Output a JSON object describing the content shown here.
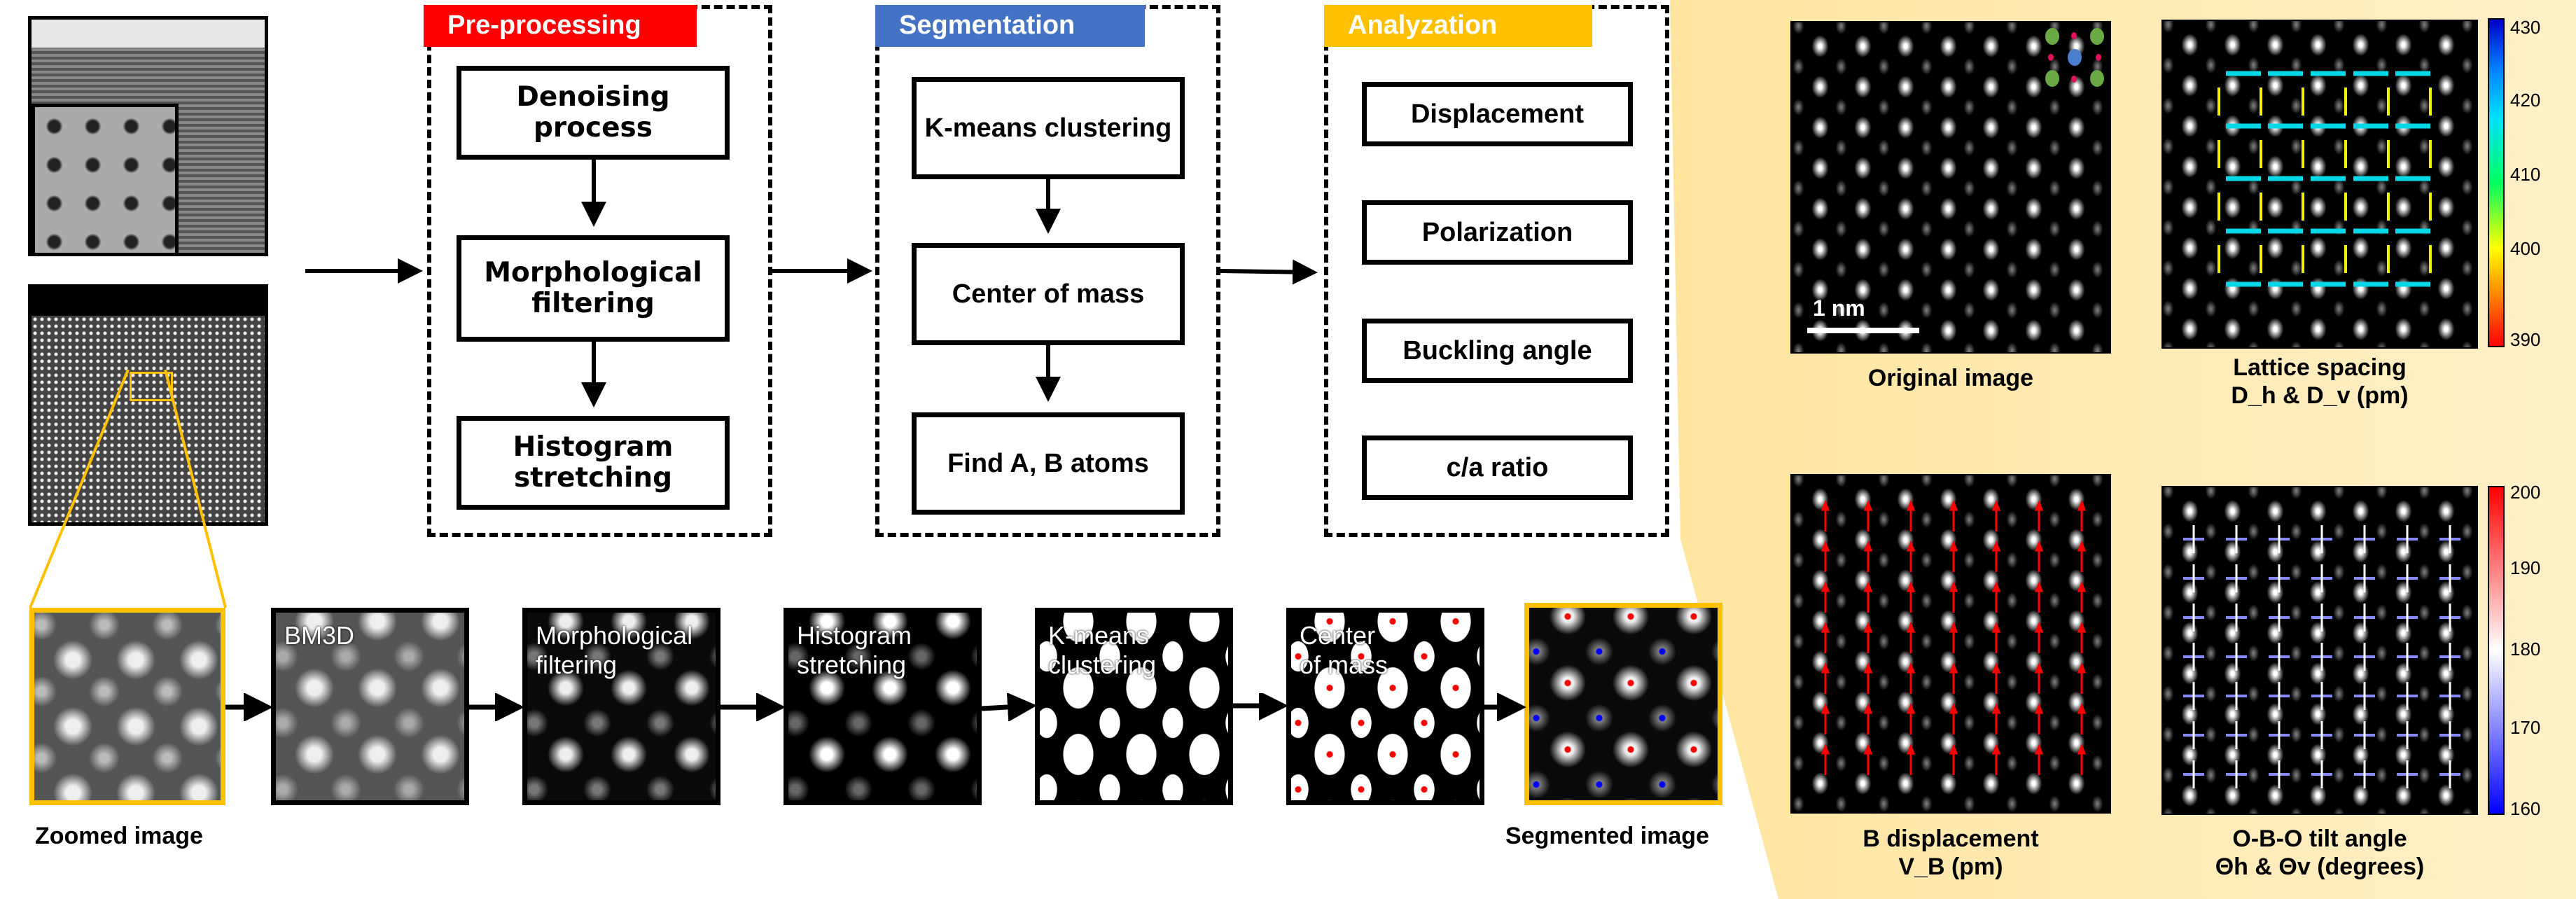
{
  "stages": [
    {
      "label": "Pre-processing",
      "color": "#ff0000",
      "steps": [
        "Denoising process",
        "Morphological filtering",
        "Histogram stretching"
      ]
    },
    {
      "label": "Segmentation",
      "color": "#4472c4",
      "steps": [
        "K-means clustering",
        "Center of mass",
        "Find A, B atoms"
      ]
    },
    {
      "label": "Analyzation",
      "color": "#ffc000",
      "steps": [
        "Displacement",
        "Polarization",
        "Buckling angle",
        "c/a ratio"
      ]
    }
  ],
  "pipeline": {
    "images": [
      {
        "label": "",
        "caption": "Zoomed image"
      },
      {
        "label": "BM3D"
      },
      {
        "label": "Morphological filtering"
      },
      {
        "label": "Histogram stretching"
      },
      {
        "label": "K-means clustering"
      },
      {
        "label": "Center of mass"
      },
      {
        "label": "",
        "caption": "Segmented image"
      }
    ],
    "zoom_color": "#ffc000"
  },
  "results": {
    "original": {
      "caption": "Original image",
      "scalebar": "1 nm"
    },
    "lattice": {
      "caption_line1": "Lattice spacing",
      "caption_line2": "D_h & D_v (pm)",
      "colorbar_ticks": [
        "430",
        "420",
        "410",
        "400",
        "390"
      ]
    },
    "bdisp": {
      "caption_line1": "B displacement",
      "caption_line2": "V_B (pm)"
    },
    "tilt": {
      "caption_line1": "O-B-O tilt angle",
      "caption_line2": "Θh & Θv (degrees)",
      "colorbar_ticks": [
        "200",
        "190",
        "180",
        "170",
        "160"
      ]
    }
  }
}
